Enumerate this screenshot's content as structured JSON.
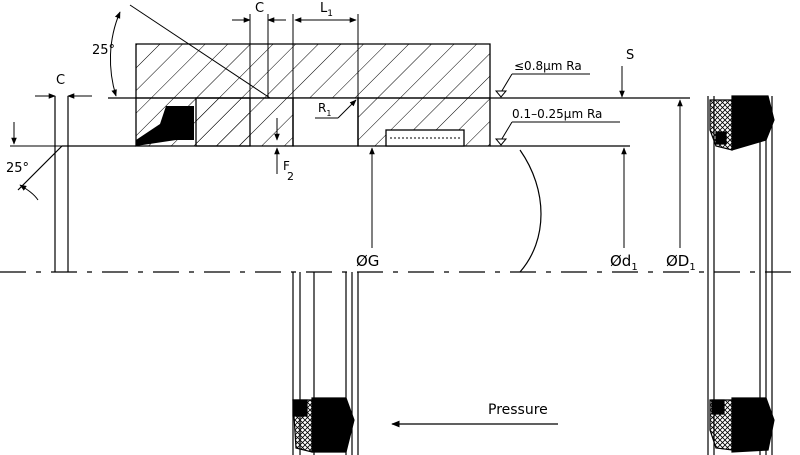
{
  "labels": {
    "angle_top": "25°",
    "angle_left": "25°",
    "chamfer_top": "C",
    "chamfer_left": "C",
    "length_main": "L",
    "length_sub": "1",
    "radius_main": "R",
    "radius_sub": "1",
    "gap_main": "F",
    "gap_sub": "2",
    "roughness_top": "≤0.8μm Ra",
    "roughness_bottom": "0.1–0.25μm Ra",
    "section": "S",
    "dia_g": "ØG",
    "dia_d_main": "Ød",
    "dia_d_sub": "1",
    "dia_D_main": "ØD",
    "dia_D_sub": "1",
    "pressure": "Pressure"
  },
  "colors": {
    "line": "#000000",
    "background": "#ffffff",
    "seal_fill": "#000000"
  }
}
